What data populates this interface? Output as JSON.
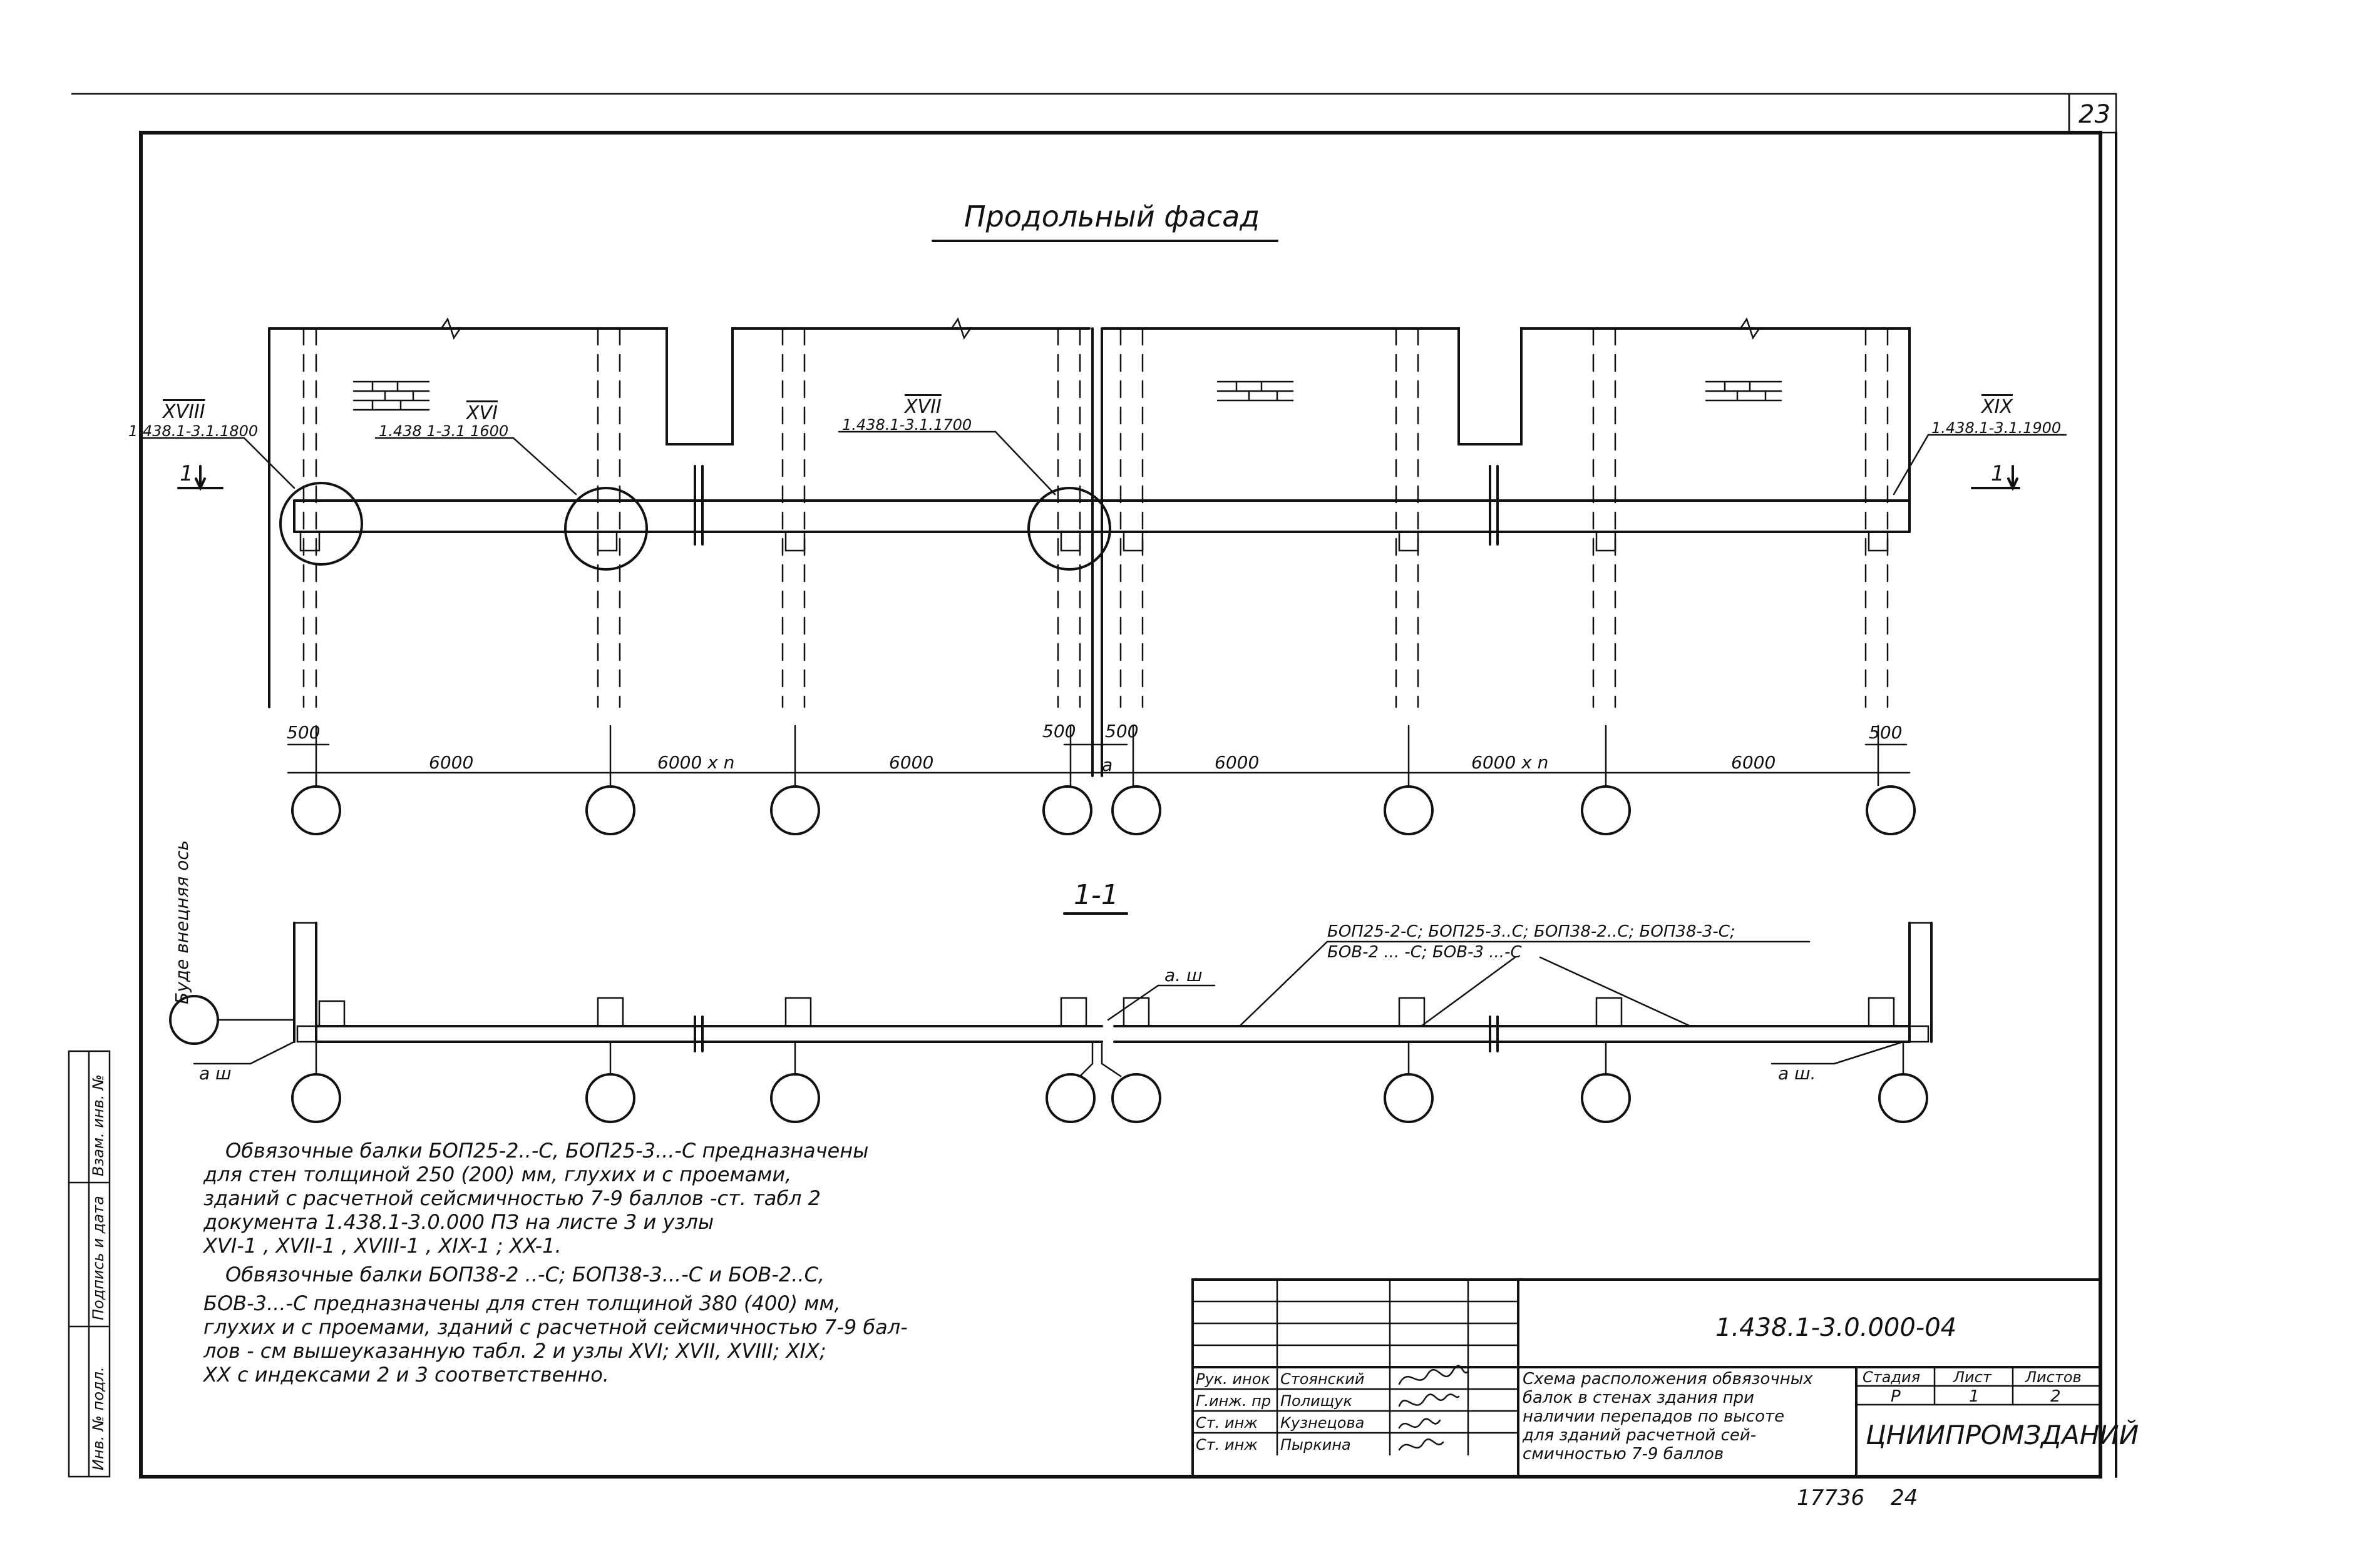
{
  "sheet": {
    "number": "23",
    "footer_code": "17736",
    "footer_page": "24"
  },
  "facade": {
    "title": "Продольный фасад",
    "section_mark": "1",
    "callouts": [
      {
        "roman": "XVIII",
        "ref": "1.438.1-3.1.1800"
      },
      {
        "roman": "XVI",
        "ref": "1.438 1-3.1 1600"
      },
      {
        "roman": "XVII",
        "ref": "1.438.1-3.1.1700"
      },
      {
        "roman": "XIX",
        "ref": "1.438.1-3.1.1900"
      }
    ],
    "dims": [
      {
        "label": "500"
      },
      {
        "label": "6000"
      },
      {
        "label": "6000 x n"
      },
      {
        "label": "6000"
      },
      {
        "label": "500"
      },
      {
        "label": "500"
      },
      {
        "label": "6000"
      },
      {
        "label": "6000 x n"
      },
      {
        "label": "6000"
      },
      {
        "label": "500"
      }
    ],
    "axis_offset_label": "a"
  },
  "section": {
    "title": "1-1",
    "side_label": "Буде внецняя ось",
    "axis_label_left": "а ш",
    "axis_label_mid": "а. ш",
    "axis_label_right": "а ш.",
    "beam_note_line1": "БОП25-2-С; БОП25-3..С; БОП38-2..С; БОП38-3-С;",
    "beam_note_line2": "БОВ-2 ... -С;   БОВ-3 ...-С"
  },
  "notes": {
    "p1": [
      "Обвязочные балки БОП25-2..-С, БОП25-3...-С предназначены",
      "для стен толщиной 250 (200) мм, глухих и с проемами,",
      "зданий с расчетной сейсмичностью 7-9 баллов -ст. табл 2",
      "документа 1.438.1-3.0.000 ПЗ на листе 3   и узлы",
      "XVI-1 , XVII-1 , XVIII-1 , XIX-1 ; XX-1."
    ],
    "p2": [
      "Обвязочные балки БОП38-2 ..-С; БОП38-3...-С и БОВ-2..С,",
      "БОВ-3...-С предназначены для стен толщиной 380 (400) мм,",
      "глухих и с проемами, зданий с расчетной сейсмичностью 7-9 бал-",
      "лов - см вышеуказанную табл. 2 и узлы XVI; XVII, XVIII; XIX;",
      "XX с индексами 2 и 3 соответственно."
    ]
  },
  "left_strip": [
    "Инв. № подл.",
    "Подпись и дата",
    "Взам. инв. №"
  ],
  "title_block": {
    "doc_code": "1.438.1-3.0.000-04",
    "roles": [
      "Рук. инок",
      "Г.инж. пр",
      "Ст. инж",
      "Ст. инж"
    ],
    "names": [
      "Стоянский",
      "Полищук",
      "Кузнецова",
      "Пыркина"
    ],
    "description": [
      "Схема расположения обвязочных",
      "балок в стенах здания при",
      "наличии перепадов по высоте",
      "для зданий расчетной сей-",
      "смичностью 7-9 баллов"
    ],
    "stage_header": "Стадия",
    "sheet_header": "Лист",
    "sheets_header": "Листов",
    "stage": "Р",
    "sheet": "1",
    "sheets": "2",
    "org": "ЦНИИПРОМЗДАНИЙ"
  }
}
